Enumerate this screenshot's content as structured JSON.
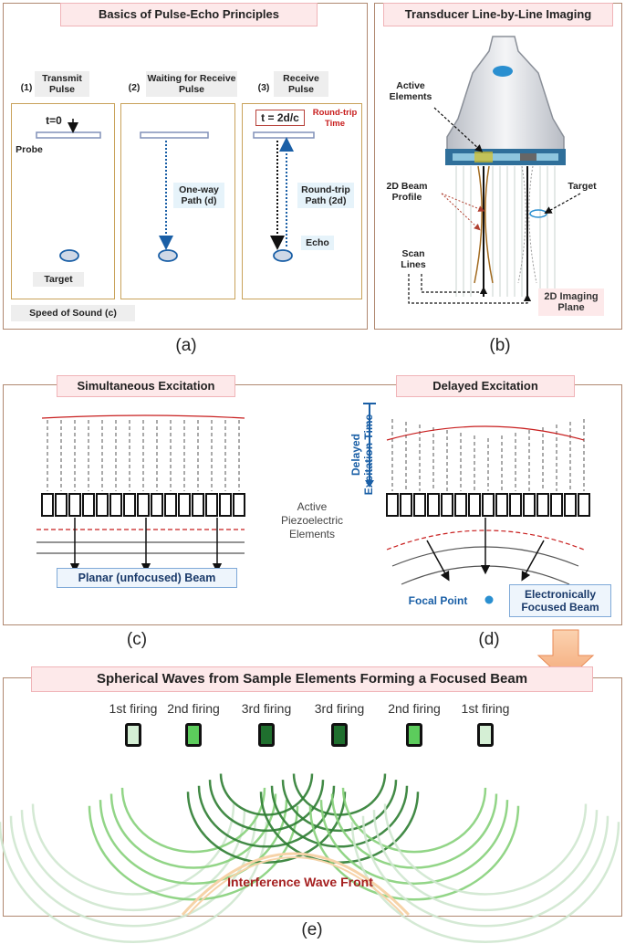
{
  "panel_a": {
    "title": "Basics of Pulse-Echo Principles",
    "step1_num": "(1)",
    "step1_label": "Transmit Pulse",
    "step2_num": "(2)",
    "step2_label": "Waiting for Receive Pulse",
    "step3_num": "(3)",
    "step3_label": "Receive Pulse",
    "t0": "t=0",
    "probe": "Probe",
    "target": "Target",
    "one_way": "One-way Path (d)",
    "t_round": "t = 2d/c",
    "round_trip_time": "Round-trip Time",
    "round_trip_path": "Round-trip Path (2d)",
    "echo": "Echo",
    "speed": "Speed of Sound (c)",
    "caption": "(a)"
  },
  "panel_b": {
    "title": "Transducer Line-by-Line Imaging",
    "active_elements": "Active Elements",
    "beam_profile": "2D Beam Profile",
    "target": "Target",
    "scan_lines": "Scan Lines",
    "imaging_plane": "2D Imaging Plane",
    "caption": "(b)"
  },
  "panel_cd": {
    "title_c": "Simultaneous Excitation",
    "title_d": "Delayed Excitation",
    "delay_time": "Delayed Excitation Time",
    "piezo": "Active Piezoelectric Elements",
    "planar": "Planar (unfocused) Beam",
    "focal": "Focal Point",
    "focused": "Electronically Focused Beam",
    "caption_c": "(c)",
    "caption_d": "(d)"
  },
  "panel_e": {
    "title": "Spherical Waves from Sample Elements Forming a Focused Beam",
    "firings": [
      "1st firing",
      "2nd firing",
      "3rd firing",
      "3rd firing",
      "2nd firing",
      "1st firing"
    ],
    "firing_colors": [
      "#d5efd5",
      "#5ccc5c",
      "#1f6f2e",
      "#1f6f2e",
      "#5ccc5c",
      "#d5efd5"
    ],
    "interference": "Interference Wave Front",
    "caption": "(e)"
  },
  "colors": {
    "accent_red": "#c81e1e",
    "blue": "#1a5fa6",
    "dark_green": "#1f6f2e"
  }
}
